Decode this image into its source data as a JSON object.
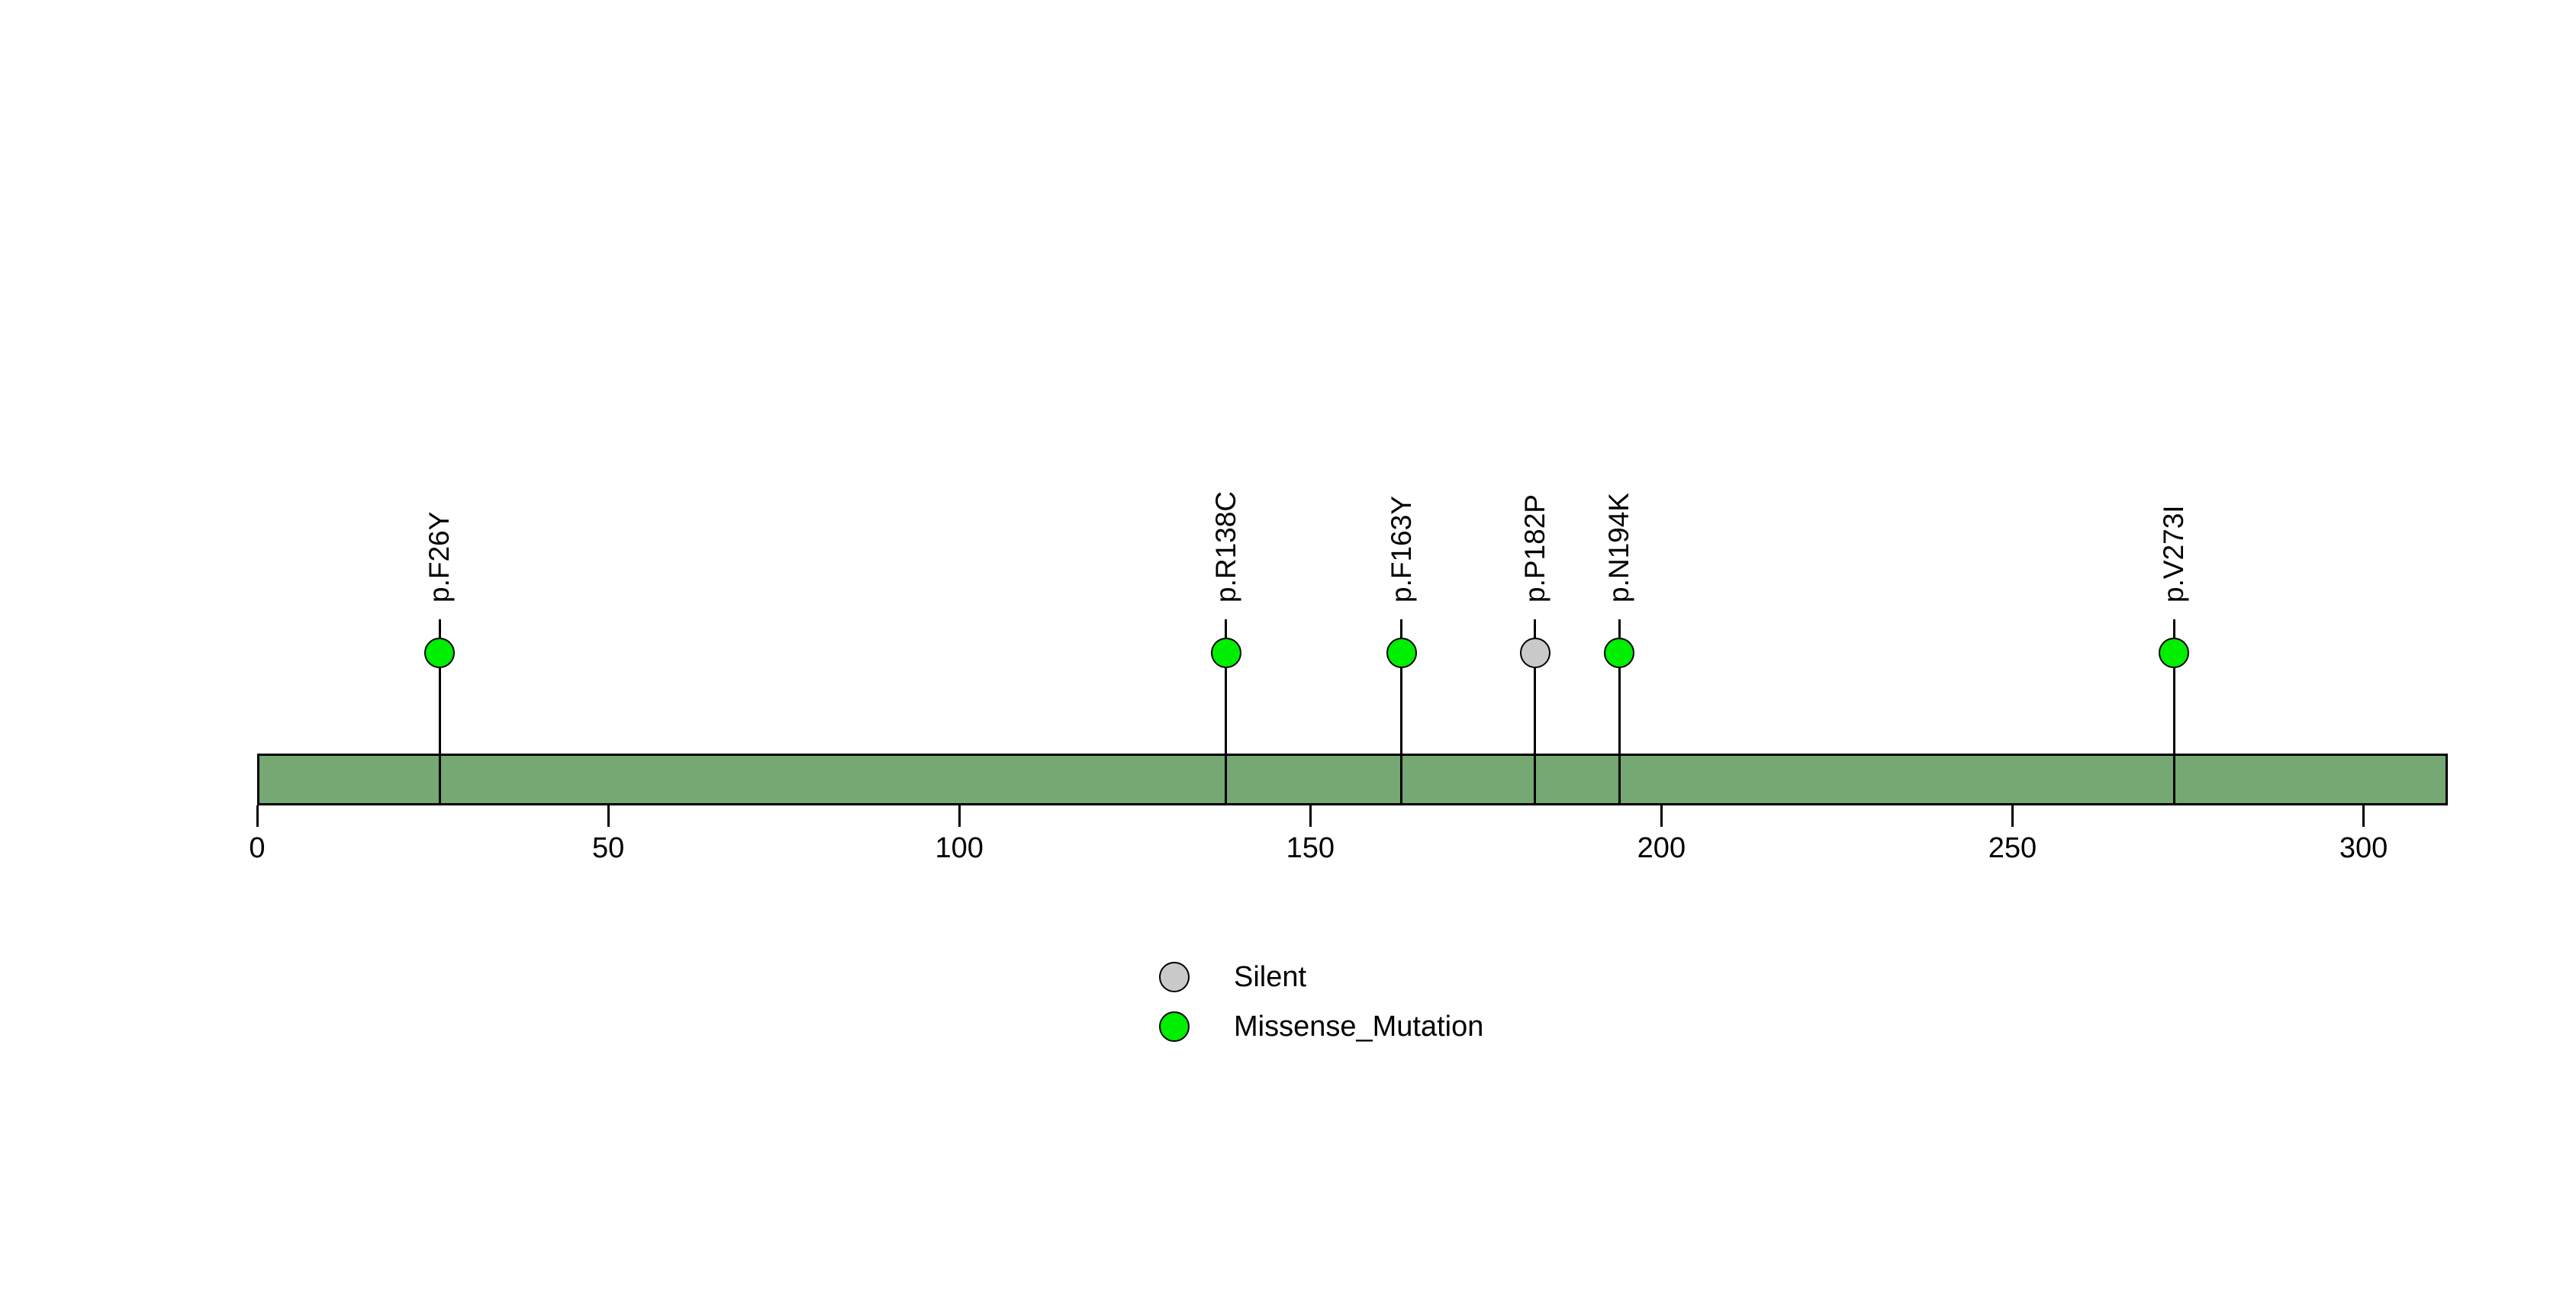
{
  "chart_data": {
    "type": "lollipop",
    "title": "",
    "xlabel": "",
    "protein_length": 312,
    "backbone_color": "#75a873",
    "axis": {
      "min": 0,
      "max": 312,
      "ticks": [
        0,
        50,
        100,
        150,
        200,
        250,
        300
      ]
    },
    "classes": {
      "Silent": {
        "color": "#c9c9c9"
      },
      "Missense_Mutation": {
        "color": "#00ee00"
      }
    },
    "mutations": [
      {
        "label": "p.F26Y",
        "position": 26,
        "class": "Missense_Mutation"
      },
      {
        "label": "p.R138C",
        "position": 138,
        "class": "Missense_Mutation"
      },
      {
        "label": "p.F163Y",
        "position": 163,
        "class": "Missense_Mutation"
      },
      {
        "label": "p.P182P",
        "position": 182,
        "class": "Silent"
      },
      {
        "label": "p.N194K",
        "position": 194,
        "class": "Missense_Mutation"
      },
      {
        "label": "p.V273I",
        "position": 273,
        "class": "Missense_Mutation"
      }
    ],
    "legend": [
      {
        "label": "Silent",
        "color": "#c9c9c9"
      },
      {
        "label": "Missense_Mutation",
        "color": "#00ee00"
      }
    ],
    "legend_position": "bottom-center",
    "grid": false
  }
}
